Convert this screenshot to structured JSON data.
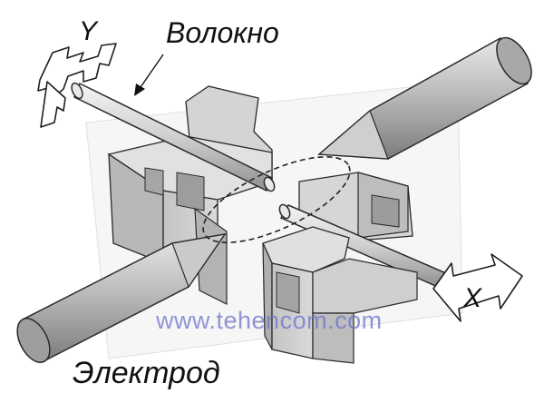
{
  "labels": {
    "fiber": "Волокно",
    "electrode": "Электрод",
    "axis_y": "Y",
    "axis_x": "X"
  },
  "watermark": "www.tehencom.com",
  "colors": {
    "block_front": "#cfcfcf",
    "block_side": "#a9a9a9",
    "block_top": "#e3e3e3",
    "rod": "#d2d2d2",
    "electrode": "#bdbdbd",
    "outline": "#2a2a2a",
    "watermark": "#6f74c9"
  }
}
